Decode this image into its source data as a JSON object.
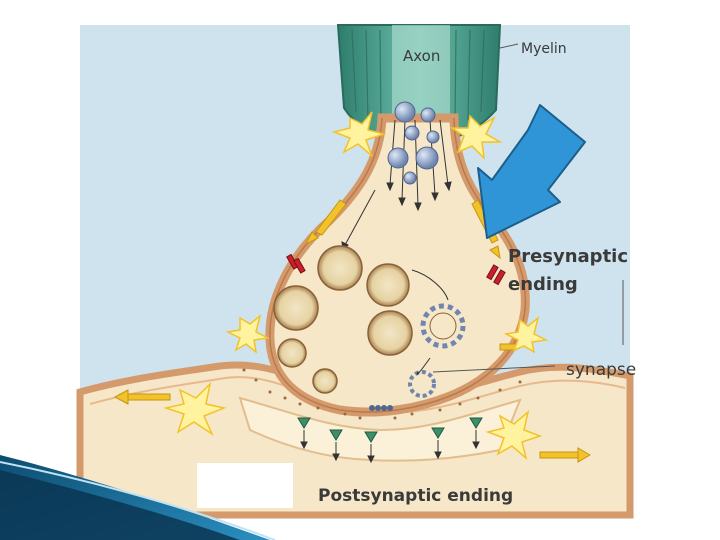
{
  "labels": {
    "axon": "Axon",
    "myelin": "Myelin",
    "presynaptic_line1": "Presynaptic",
    "presynaptic_line2": "ending",
    "synapse": "synapse",
    "postsynaptic": "Postsynaptic ending"
  },
  "colors": {
    "background": "#cfe3ee",
    "cytoplasm": "#f6e7c8",
    "membrane": "#d59a6c",
    "myelin": "#4a9b8a",
    "arrow": "#2f95d6",
    "vesicle": "#e8d6ad",
    "receptor": "#3c8f6a",
    "channel": "#c8202c",
    "flash": "#fff3a0"
  }
}
